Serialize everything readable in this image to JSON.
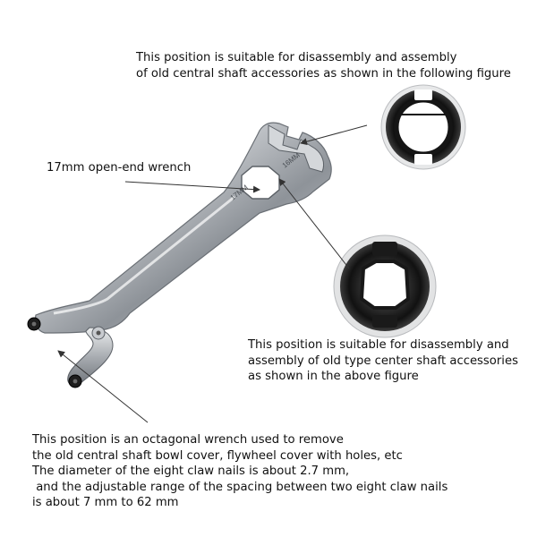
{
  "annotations": {
    "top": [
      "This position is suitable for disassembly and assembly",
      "of old central shaft accessories as shown in the following figure"
    ],
    "wrench_label": "17mm open-end wrench",
    "middle": [
      "This position is suitable for disassembly and",
      "assembly of old type center shaft accessories",
      "as shown in the above figure"
    ],
    "bottom": [
      "This position is an octagonal wrench used to remove",
      "the old central shaft bowl cover, flywheel cover with holes, etc",
      "The diameter of the eight claw nails is about 2.7 mm,",
      " and the adjustable range of the spacing between two eight claw nails",
      "is about 7 mm to 62 mm"
    ]
  },
  "wrench_markings": {
    "engraving_1": "16MM",
    "engraving_2": "17MM"
  },
  "colors": {
    "steel_light": "#e4e6e8",
    "steel_mid": "#a7abb0",
    "steel_dark": "#5b6066",
    "part_black": "#1c1c1c",
    "arrow": "#333333"
  }
}
